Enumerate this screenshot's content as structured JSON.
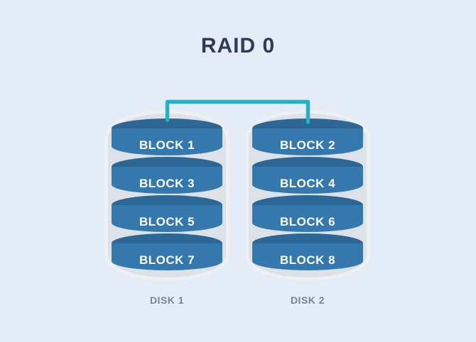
{
  "title": "RAID 0",
  "disks": [
    {
      "label": "DISK 1",
      "blocks": [
        "BLOCK 1",
        "BLOCK 3",
        "BLOCK 5",
        "BLOCK 7"
      ]
    },
    {
      "label": "DISK 2",
      "blocks": [
        "BLOCK 2",
        "BLOCK 4",
        "BLOCK 6",
        "BLOCK 8"
      ]
    }
  ],
  "colors": {
    "background": "#e3ecf7",
    "tray": "#dde1e8",
    "cylinder_top": "#2d6795",
    "cylinder_body": "#3578ad",
    "connector": "#1cb4c8",
    "title_text": "#2b3b58",
    "disk_label_text": "#76849b",
    "block_text": "#ffffff"
  }
}
